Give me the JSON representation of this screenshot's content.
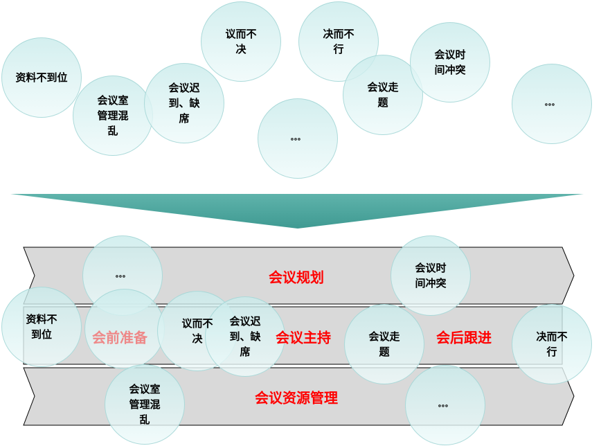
{
  "problems_top": [
    {
      "text": "资料不到位"
    },
    {
      "text": "会议室\n管理混\n乱"
    },
    {
      "text": "会议迟\n到、缺\n席"
    },
    {
      "text": "议而不\n决"
    },
    {
      "text": "。。。"
    },
    {
      "text": "决而不\n行"
    },
    {
      "text": "会议走\n题"
    },
    {
      "text": "会议时\n间冲突"
    },
    {
      "text": "。。。"
    }
  ],
  "stages": {
    "planning": "会议规划",
    "pre": "会前准备",
    "hosting": "会议主持",
    "follow": "会后跟进",
    "resources": "会议资源管理"
  },
  "problems_bottom": [
    {
      "text": "。。。"
    },
    {
      "text": "资料不\n到位"
    },
    {
      "text": "议而不\n决"
    },
    {
      "text": "会议迟\n到、缺\n席"
    },
    {
      "text": "会议时\n间冲突"
    },
    {
      "text": "会议走\n题"
    },
    {
      "text": "决而不\n行"
    },
    {
      "text": "会议室\n管理混\n乱"
    },
    {
      "text": "。。。"
    }
  ],
  "colors": {
    "arrow": "#4fa8a0",
    "band": "#d9d9d9",
    "stage": "#ff0000"
  }
}
